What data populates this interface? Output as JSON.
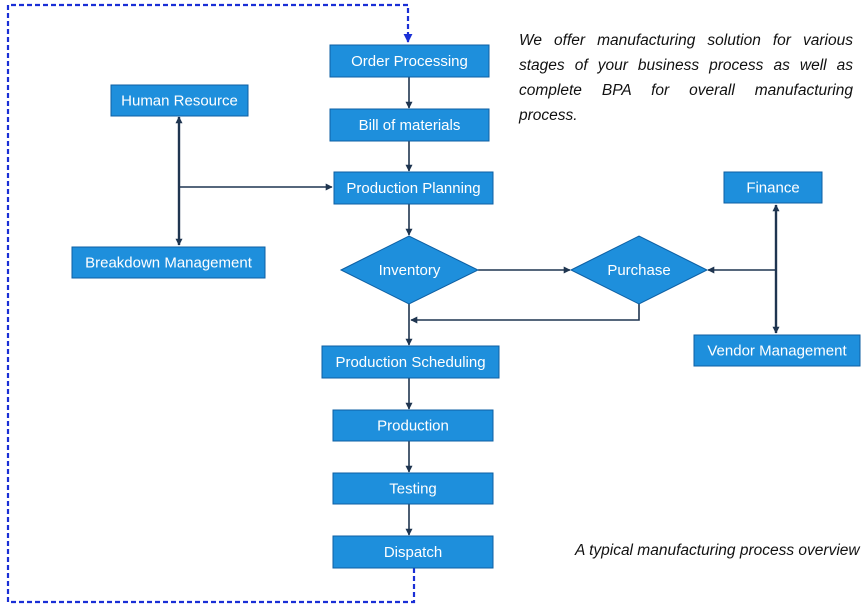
{
  "nodes": {
    "order_processing": "Order Processing",
    "bill_of_materials": "Bill of materials",
    "production_planning": "Production Planning",
    "inventory": "Inventory",
    "purchase": "Purchase",
    "production_scheduling": "Production Scheduling",
    "production": "Production",
    "testing": "Testing",
    "dispatch": "Dispatch",
    "human_resource": "Human Resource",
    "breakdown_management": "Breakdown Management",
    "finance": "Finance",
    "vendor_management": "Vendor Management"
  },
  "intro_text": "We offer manufacturing solution for various stages of your business process as well as complete BPA for overall manufacturing process.",
  "caption": "A typical manufacturing process overview",
  "colors": {
    "node_fill": "#1e8fdc",
    "node_border": "#0d5fa3",
    "connector": "#1f3550",
    "loop_arrow": "#1a2fd6"
  }
}
